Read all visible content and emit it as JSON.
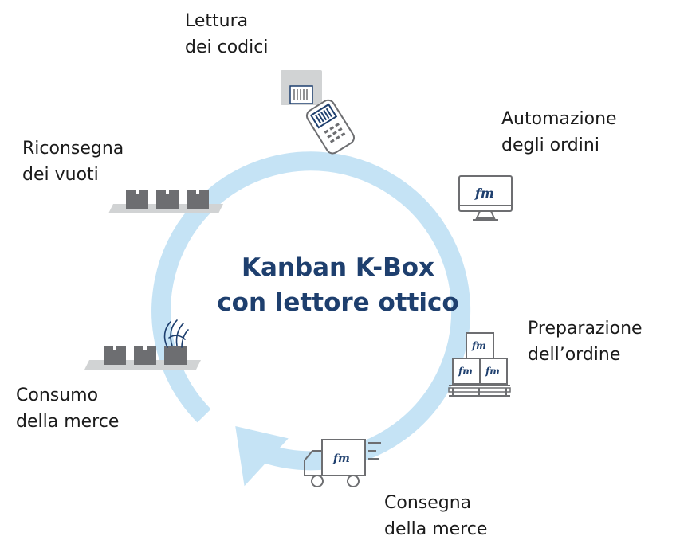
{
  "center_title": [
    "Kanban K-Box",
    "con lettore ottico"
  ],
  "steps": [
    {
      "id": "scan",
      "lines": [
        "Lettura",
        "dei codici"
      ],
      "icon": "barcode-scanner-icon"
    },
    {
      "id": "automation",
      "lines": [
        "Automazione",
        "degli ordini"
      ],
      "icon": "monitor-icon"
    },
    {
      "id": "preparation",
      "lines": [
        "Preparazione",
        "dell’ordine"
      ],
      "icon": "pallet-boxes-icon"
    },
    {
      "id": "delivery",
      "lines": [
        "Consegna",
        "della merce"
      ],
      "icon": "delivery-truck-icon"
    },
    {
      "id": "consumption",
      "lines": [
        "Consumo",
        "della merce"
      ],
      "icon": "shelf-hand-icon"
    },
    {
      "id": "return",
      "lines": [
        "Riconsegna",
        "dei vuoti"
      ],
      "icon": "shelf-boxes-icon"
    }
  ],
  "logo_text": "fm",
  "colors": {
    "cycle": "#c5e3f5",
    "title": "#1e3f6e",
    "icon_line": "#6d6e71",
    "box_fill": "#6d6e71",
    "shelf": "#d1d3d4"
  }
}
